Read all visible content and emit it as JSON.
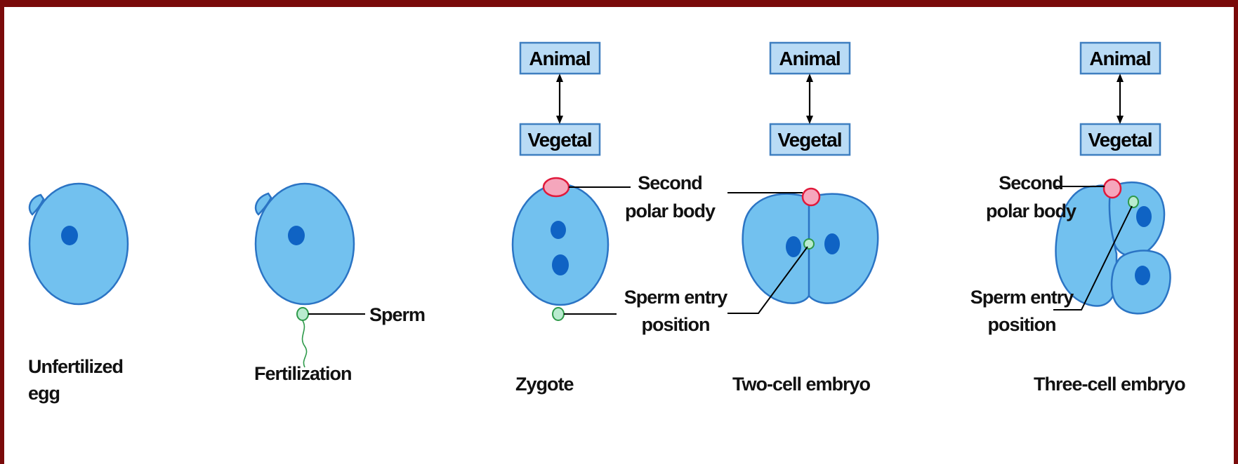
{
  "axis": {
    "animal_label": "Animal",
    "vegetal_label": "Vegetal"
  },
  "stages": {
    "unfertilized": {
      "caption_line1": "Unfertilized",
      "caption_line2": "egg"
    },
    "fertilization": {
      "caption": "Fertilization",
      "sperm_label": "Sperm"
    },
    "zygote": {
      "caption": "Zygote"
    },
    "two_cell": {
      "caption": "Two-cell embryo"
    },
    "three_cell": {
      "caption": "Three-cell embryo"
    }
  },
  "callouts": {
    "second_polar_body_line1": "Second",
    "second_polar_body_line2": "polar body",
    "sperm_entry_line1": "Sperm entry",
    "sperm_entry_line2": "position"
  },
  "colors": {
    "frame": "#7a0a0a",
    "cell_fill": "#72c1ef",
    "cell_stroke": "#2b74c4",
    "nucleus": "#0f63c4",
    "polar_body": "#f5a6bc",
    "sperm": "#b9ebcf",
    "axis_box": "#b9dbf5"
  }
}
